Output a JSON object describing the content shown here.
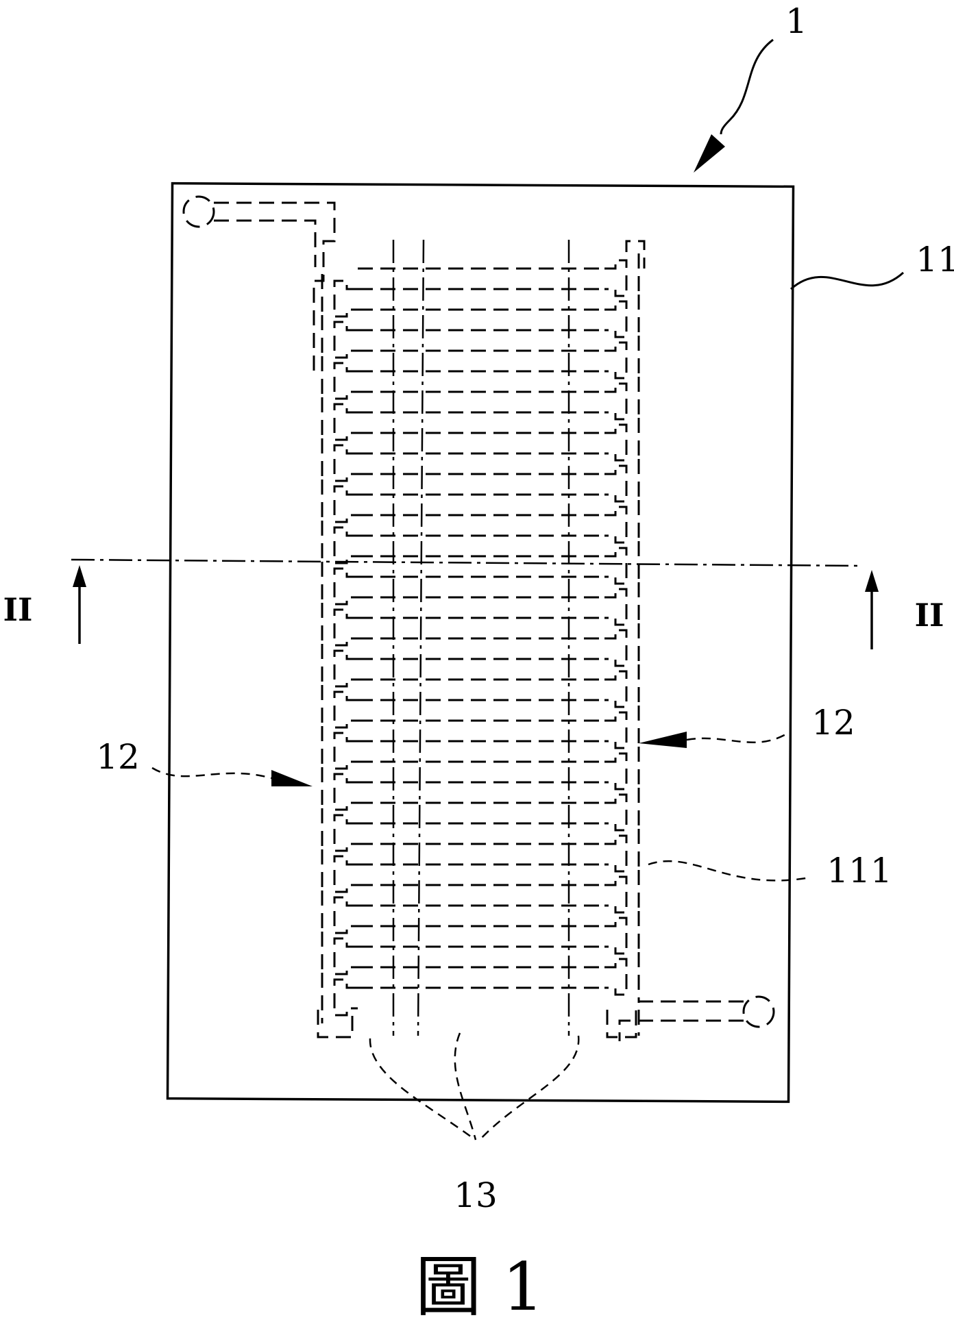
{
  "figure": {
    "caption": "圖 1",
    "labels": {
      "device": "1",
      "plate": "11",
      "channel": "111",
      "channel_wall_left": "12",
      "channel_wall_right": "12",
      "ribs": "13",
      "section_left": "II",
      "section_right": "II"
    }
  }
}
